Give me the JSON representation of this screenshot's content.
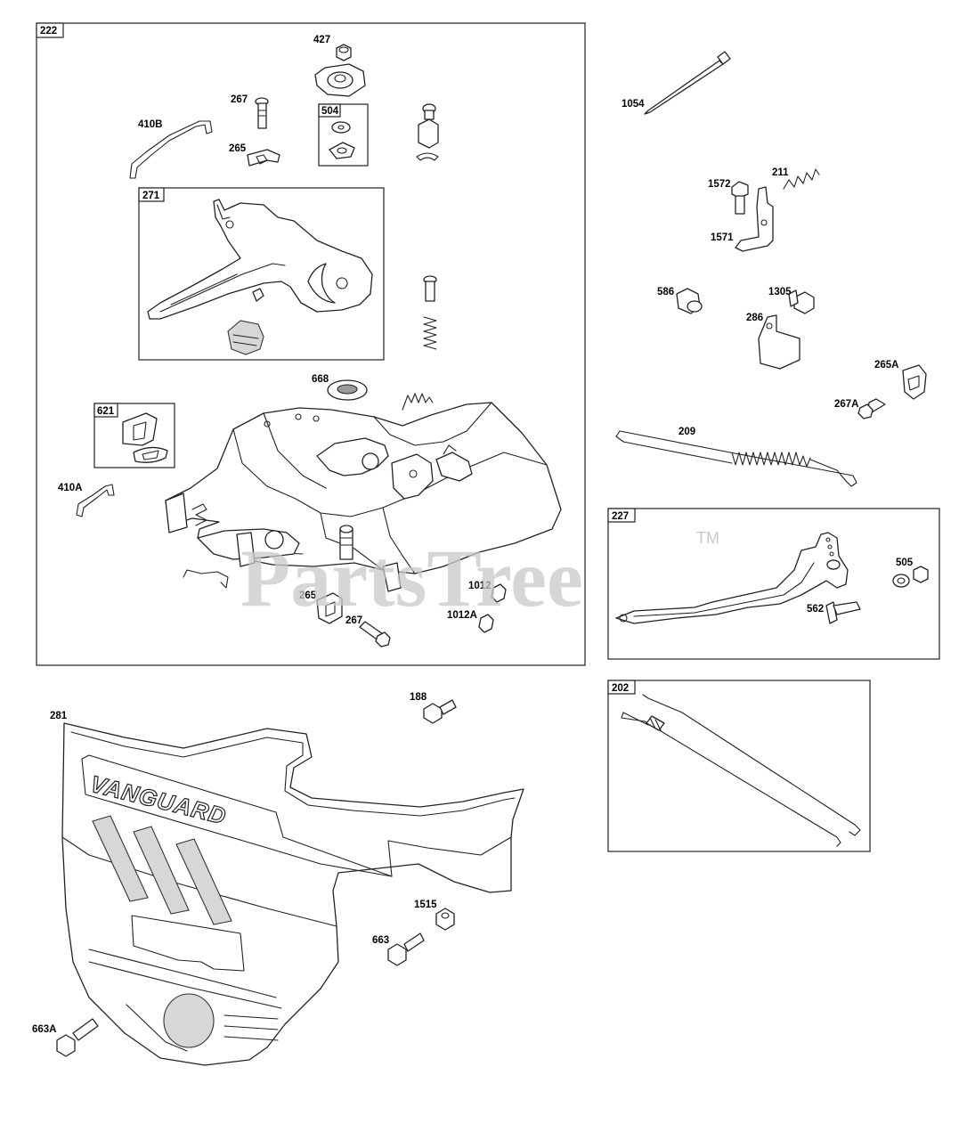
{
  "watermark": {
    "text": "PartsTree",
    "trademark": "TM"
  },
  "brand_text": "VANGUARD",
  "groups": {
    "g222": "222",
    "g504": "504",
    "g271": "271",
    "g621": "621",
    "g227": "227",
    "g202": "202"
  },
  "labels": {
    "p427": "427",
    "p267a": "267",
    "p410b": "410B",
    "p265a": "265",
    "p668": "668",
    "p410a": "410A",
    "p265b": "265",
    "p267b": "267",
    "p1012": "1012",
    "p1012a": "1012A",
    "p1054": "1054",
    "p1572": "1572",
    "p211": "211",
    "p1571": "1571",
    "p586": "586",
    "p1305": "1305",
    "p286": "286",
    "p265A": "265A",
    "p267A": "267A",
    "p209": "209",
    "p505": "505",
    "p562": "562",
    "p188": "188",
    "p281": "281",
    "p1515": "1515",
    "p663": "663",
    "p663a": "663A"
  }
}
